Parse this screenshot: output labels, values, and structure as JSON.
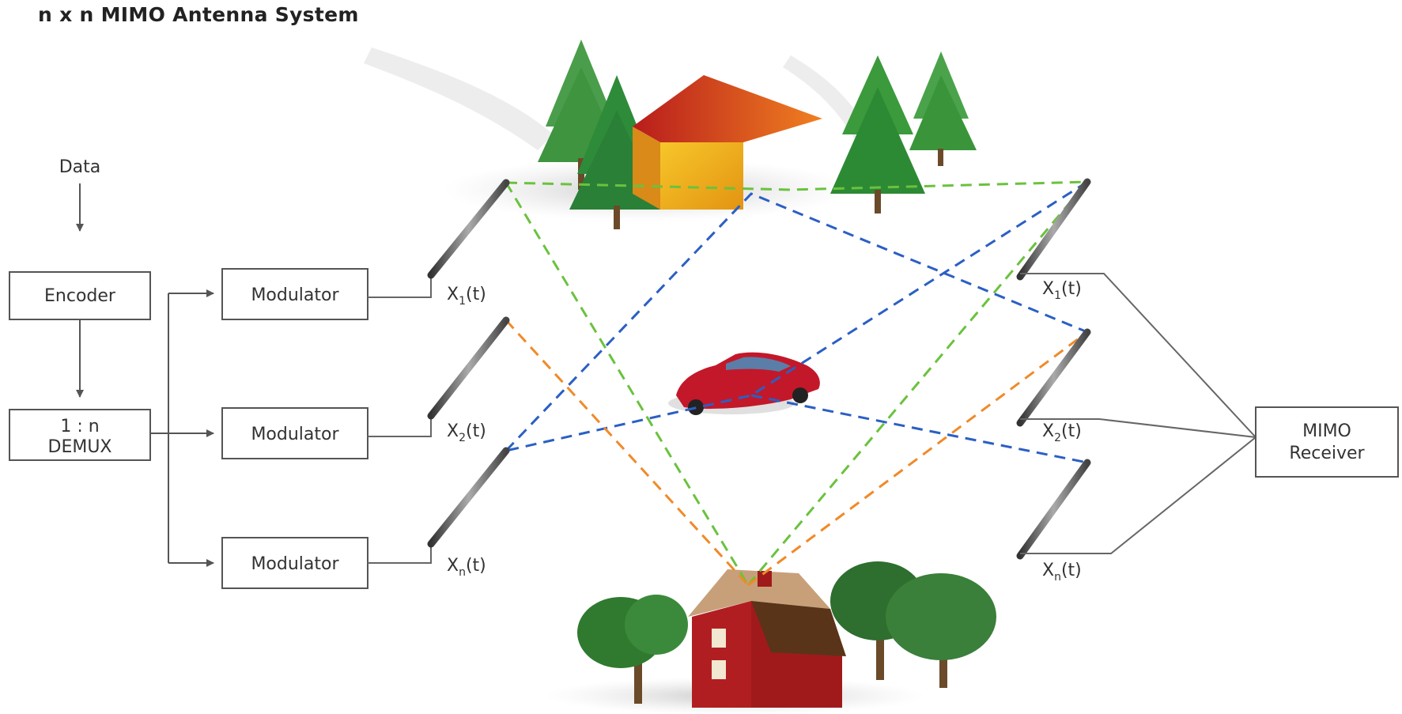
{
  "title": "n x n MIMO Antenna System",
  "data_label": "Data",
  "encoder": "Encoder",
  "demux": [
    "1 : n",
    "DEMUX"
  ],
  "modulators": [
    "Modulator",
    "Modulator",
    "Modulator"
  ],
  "tx_signals": [
    {
      "base": "X",
      "sub": "1",
      "suffix": "(t)"
    },
    {
      "base": "X",
      "sub": "2",
      "suffix": "(t)"
    },
    {
      "base": "X",
      "sub": "n",
      "suffix": "(t)"
    }
  ],
  "rx_signals": [
    {
      "base": "X",
      "sub": "1",
      "suffix": "(t)"
    },
    {
      "base": "X",
      "sub": "2",
      "suffix": "(t)"
    },
    {
      "base": "X",
      "sub": "n",
      "suffix": "(t)"
    }
  ],
  "receiver": [
    "MIMO",
    "Receiver"
  ],
  "colors": {
    "green_path": "#6ac23e",
    "blue_path": "#2b5fc4",
    "orange_path": "#f08a2a",
    "box_border": "#555555",
    "arrow": "#555555"
  }
}
